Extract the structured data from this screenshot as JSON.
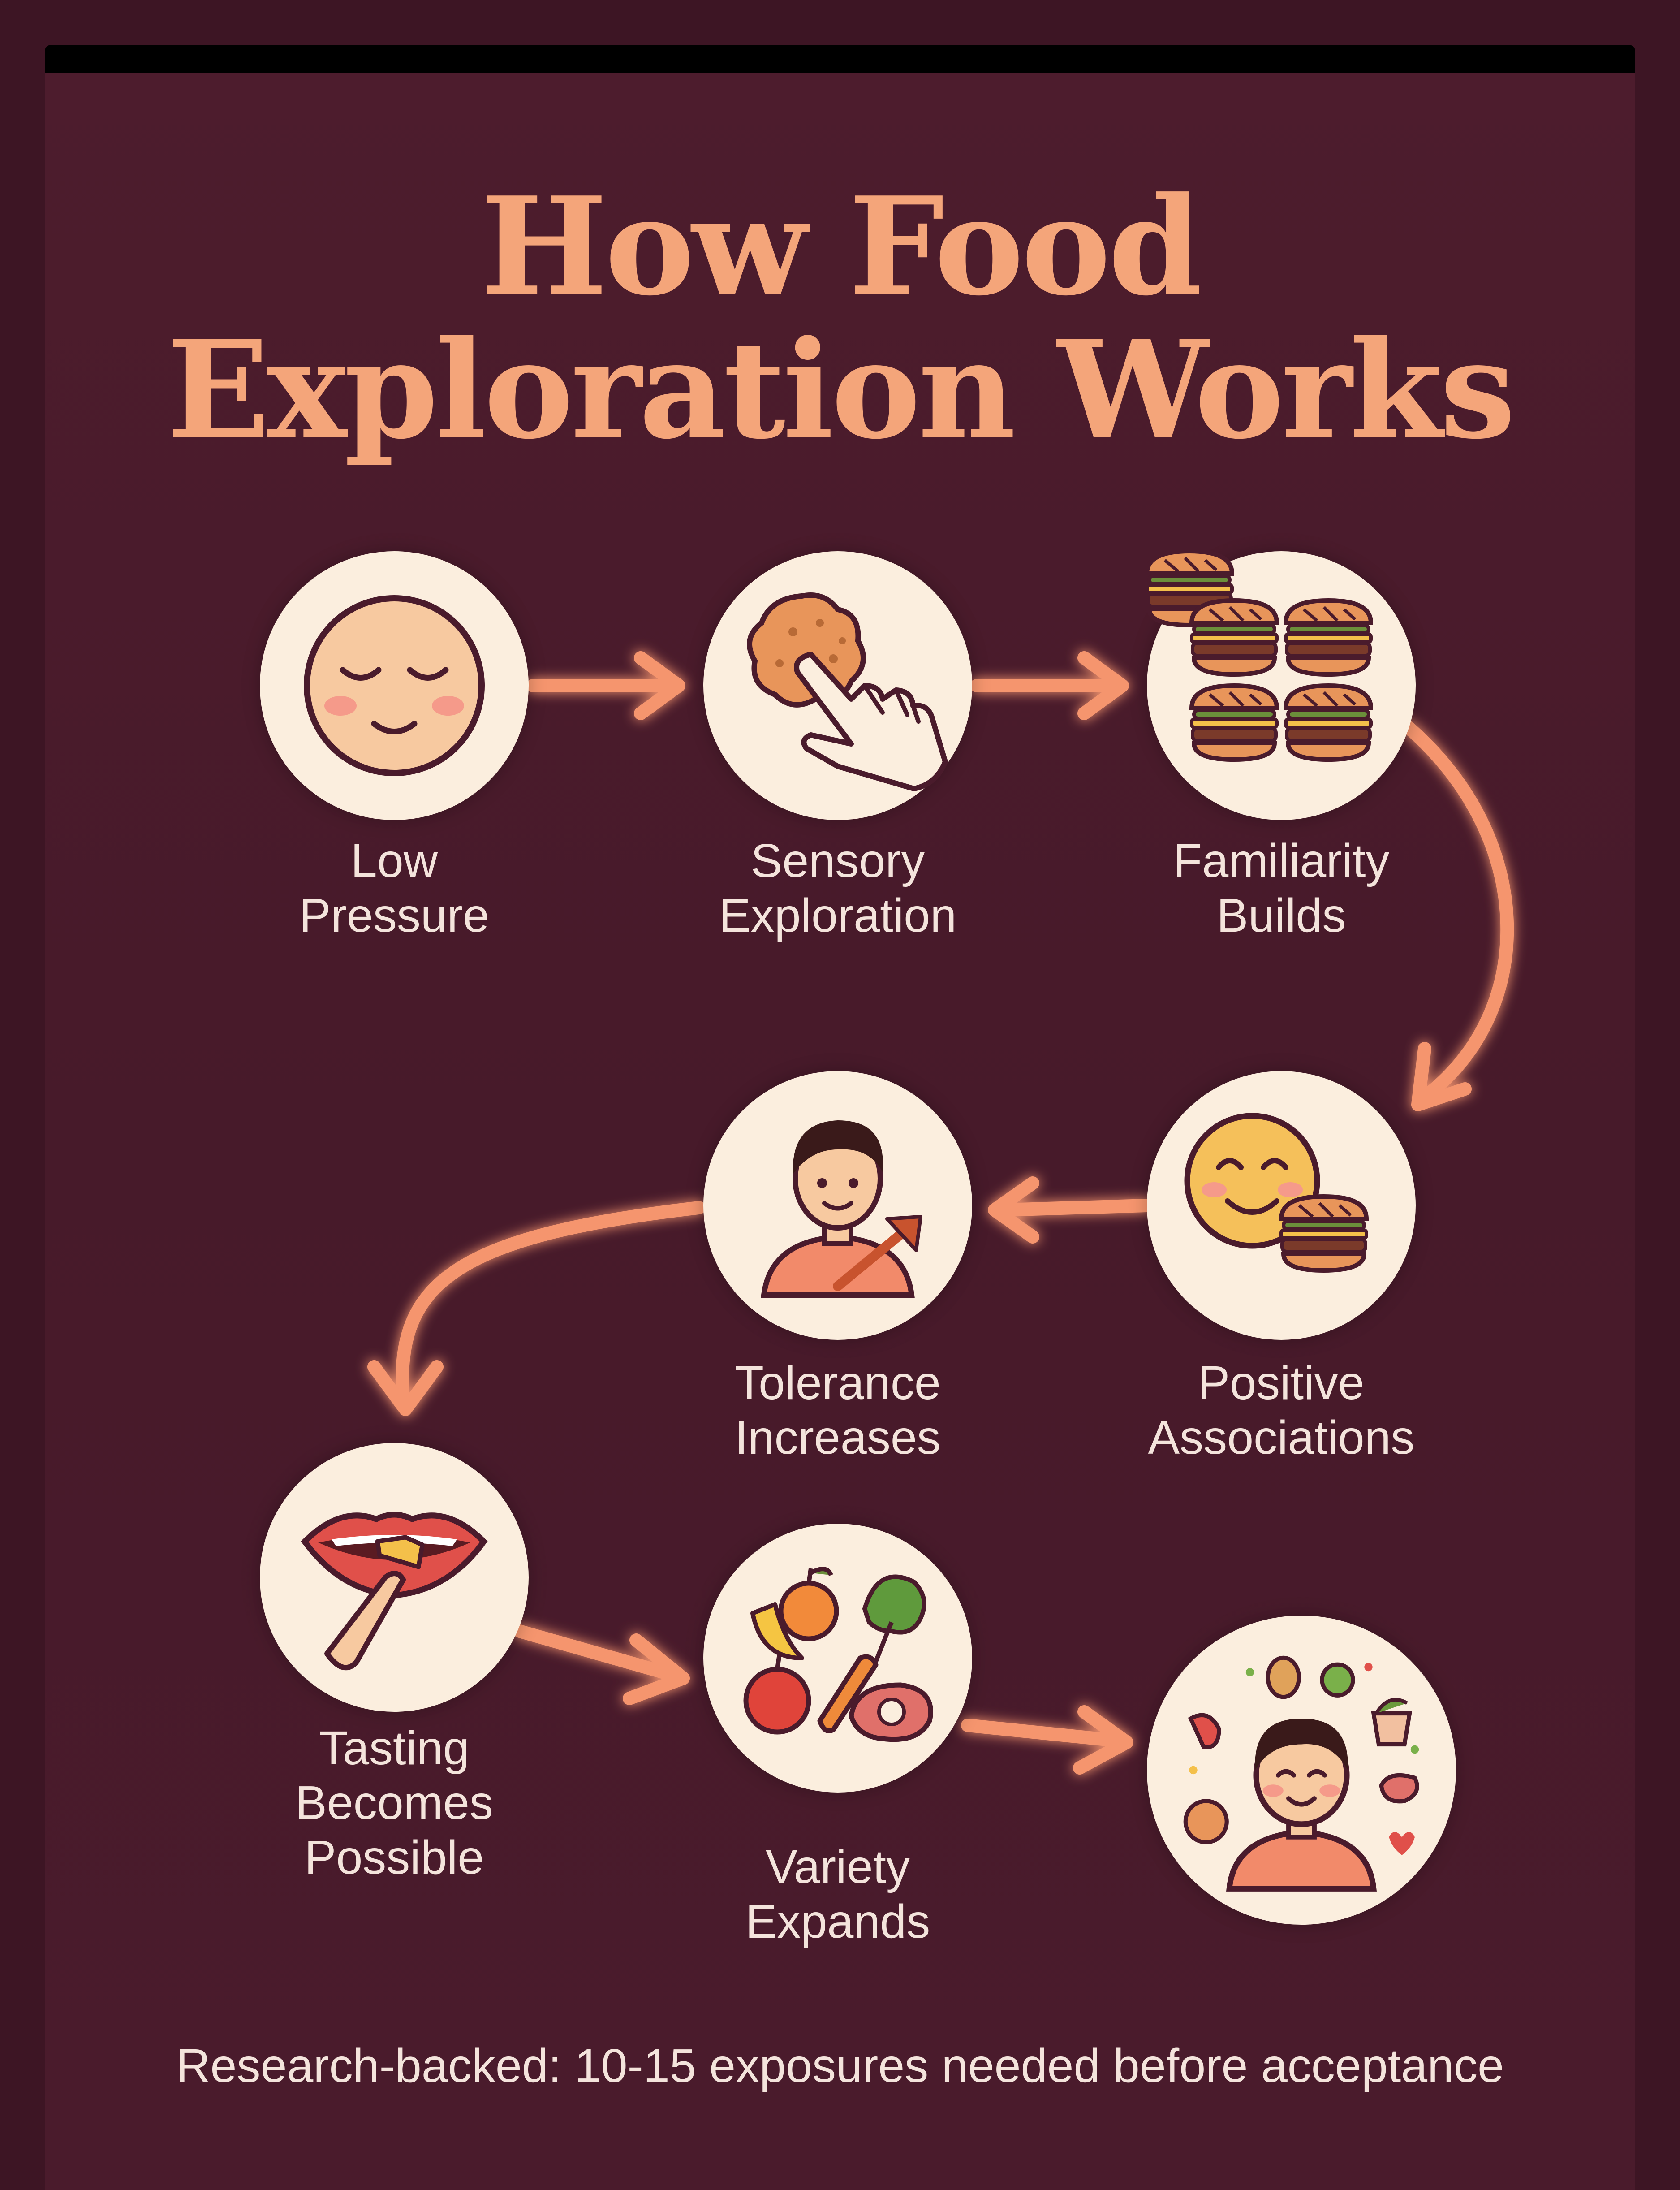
{
  "title": {
    "line1": "How Food",
    "line2": "Exploration Works"
  },
  "steps": [
    {
      "label": "Low\nPressure",
      "icon": "calm-face-icon"
    },
    {
      "label": "Sensory\nExploration",
      "icon": "hand-touching-food-icon"
    },
    {
      "label": "Familiarity\nBuilds",
      "icon": "burgers-icon"
    },
    {
      "label": "Positive\nAssociations",
      "icon": "smiley-burger-icon"
    },
    {
      "label": "Tolerance\nIncreases",
      "icon": "person-growth-arrow-icon"
    },
    {
      "label": "Tasting\nBecomes\nPossible",
      "icon": "mouth-tasting-icon"
    },
    {
      "label": "Variety\nExpands",
      "icon": "assorted-foods-icon"
    },
    {
      "label": "",
      "icon": "happy-child-foods-icon"
    }
  ],
  "footnote": "Research-backed: 10-15 exposures needed before acceptance",
  "colors": {
    "background": "#471a2a",
    "accent": "#f4a57a",
    "node": "#fbeede",
    "text": "#f4e4dc",
    "arrow": "#f5956e"
  }
}
